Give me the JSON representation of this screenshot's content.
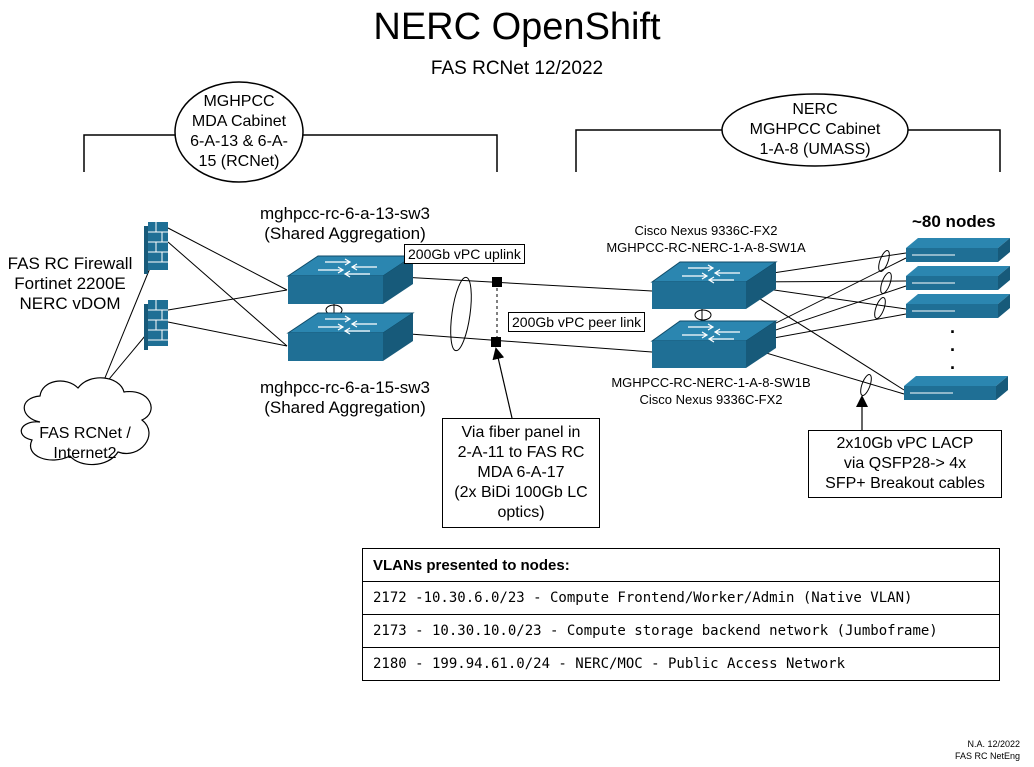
{
  "title": "NERC OpenShift",
  "subtitle": "FAS RCNet 12/2022",
  "sites": {
    "left": [
      "MGHPCC",
      "MDA Cabinet",
      "6-A-13 & 6-A-",
      "15 (RCNet)"
    ],
    "right": [
      "NERC",
      "MGHPCC Cabinet",
      "1-A-8 (UMASS)"
    ]
  },
  "firewall": [
    "FAS RC Firewall",
    "Fortinet 2200E",
    "NERC vDOM"
  ],
  "cloud": [
    "FAS RCNet /",
    "Internet2"
  ],
  "sw_top": [
    "mghpcc-rc-6-a-13-sw3",
    "(Shared Aggregation)"
  ],
  "sw_bottom": [
    "mghpcc-rc-6-a-15-sw3",
    "(Shared Aggregation)"
  ],
  "nexus_a": [
    "Cisco Nexus 9336C-FX2",
    "MGHPCC-RC-NERC-1-A-8-SW1A"
  ],
  "nexus_b": [
    "MGHPCC-RC-NERC-1-A-8-SW1B",
    "Cisco Nexus 9336C-FX2"
  ],
  "uplink_label": "200Gb vPC uplink",
  "peerlink_label": "200Gb vPC peer link",
  "nodes_label": "~80 nodes",
  "fiber_note": [
    "Via fiber panel in",
    "2-A-11 to FAS RC",
    "MDA 6-A-17",
    "(2x BiDi 100Gb LC",
    "optics)"
  ],
  "lacp_note": [
    "2x10Gb vPC LACP",
    "via QSFP28-> 4x",
    "SFP+ Breakout cables"
  ],
  "vlans": {
    "header": "VLANs presented to nodes:",
    "rows": [
      "2172 -10.30.6.0/23 - Compute Frontend/Worker/Admin (Native VLAN)",
      "2173 - 10.30.10.0/23   - Compute storage backend network (Jumboframe)",
      "2180 - 199.94.61.0/24 - NERC/MOC - Public Access Network"
    ]
  },
  "footer": [
    "N.A. 12/2022",
    "FAS RC NetEng"
  ],
  "colors": {
    "device": "#1f6f95",
    "device_side": "#175a7a",
    "device_top": "#2b86b0",
    "line": "#000000"
  }
}
